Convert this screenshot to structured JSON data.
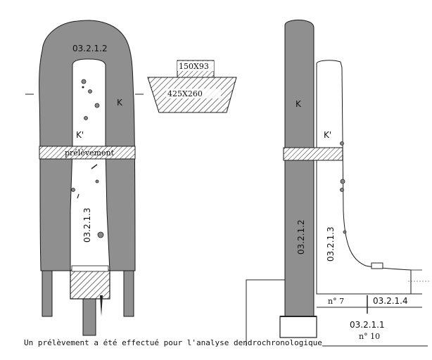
{
  "left_elevation": {
    "label_top": "03.2.1.2",
    "label_k": "K",
    "label_kprime": "K'",
    "label_sample": "prélèvement",
    "label_vertical": "03.2.1.3"
  },
  "section_profile": {
    "upper_dim": "150X93",
    "lower_dim": "425X260"
  },
  "right_section": {
    "label_k": "K",
    "label_kprime": "K'",
    "label_vertical_left": "03.2.1.2",
    "label_vertical_right": "03.2.1.3",
    "label_n7": "n° 7",
    "label_0314": "03.2.1.4",
    "label_0311": "03.2.1.1",
    "label_n10": "n° 10"
  },
  "caption": "Un prélèvement a été effectué pour l'analyse dendrochronologique",
  "colors": {
    "wood_dark": "#8f8f8f",
    "wood_light": "#ffffff",
    "outline": "#1a1a1a"
  }
}
